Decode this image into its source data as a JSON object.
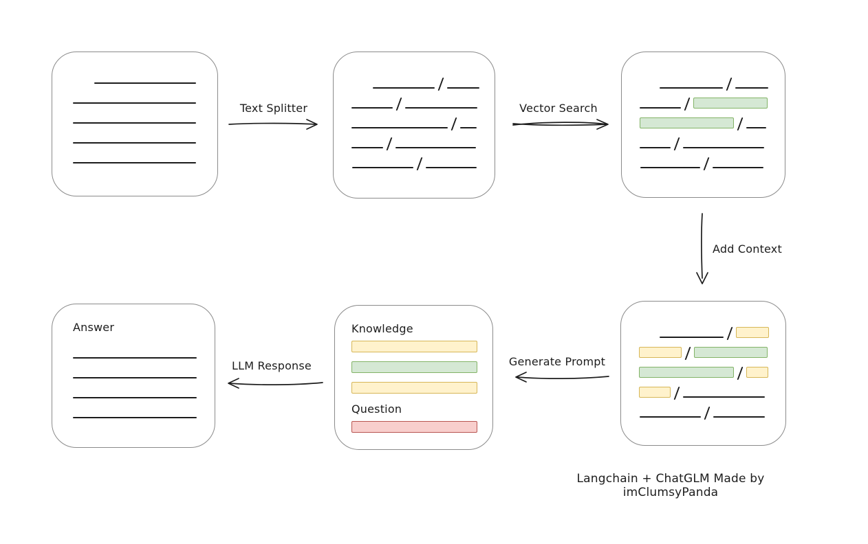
{
  "caption": "Langchain + ChatGLM Made by imClumsyPanda",
  "colors": {
    "ink": "#1c1c1c",
    "box_border": "#8a8a8a",
    "green_fill": "#d5e8d4",
    "green_stroke": "#82b366",
    "yellow_fill": "#fff2cc",
    "yellow_stroke": "#d6b656",
    "red_fill": "#f8cecc",
    "red_stroke": "#b85450"
  },
  "icons": {
    "arrow_right": "hand-drawn right arrow",
    "arrow_left": "hand-drawn left arrow",
    "arrow_down": "hand-drawn down arrow"
  },
  "arrows": [
    {
      "id": "text-splitter",
      "label": "Text Splitter",
      "direction": "right"
    },
    {
      "id": "vector-search",
      "label": "Vector Search",
      "direction": "right"
    },
    {
      "id": "add-context",
      "label": "Add Context",
      "direction": "down"
    },
    {
      "id": "generate-prompt",
      "label": "Generate Prompt",
      "direction": "left"
    },
    {
      "id": "llm-response",
      "label": "LLM Response",
      "direction": "left"
    }
  ],
  "boxes": {
    "source_document": {
      "rows": [
        {
          "indent": 31,
          "segments": [
            {
              "t": "line",
              "w": 148
            }
          ]
        },
        {
          "segments": [
            {
              "t": "line",
              "w": 179
            }
          ]
        },
        {
          "segments": [
            {
              "t": "line",
              "w": 179
            }
          ]
        },
        {
          "segments": [
            {
              "t": "line",
              "w": 179
            }
          ]
        },
        {
          "segments": [
            {
              "t": "line",
              "w": 179
            }
          ]
        }
      ]
    },
    "split_chunks": {
      "rows": [
        {
          "indent": 31,
          "segments": [
            {
              "t": "line",
              "w": 90
            },
            {
              "t": "line",
              "w": 47
            }
          ]
        },
        {
          "segments": [
            {
              "t": "line",
              "w": 60
            },
            {
              "t": "line",
              "w": 105
            }
          ]
        },
        {
          "segments": [
            {
              "t": "line",
              "w": 140
            },
            {
              "t": "line",
              "w": 24
            }
          ]
        },
        {
          "segments": [
            {
              "t": "line",
              "w": 46
            },
            {
              "t": "line",
              "w": 117
            }
          ]
        },
        {
          "indent": 1,
          "segments": [
            {
              "t": "line",
              "w": 89
            },
            {
              "t": "line",
              "w": 74
            }
          ]
        }
      ]
    },
    "matched_chunks": {
      "rows": [
        {
          "indent": 29,
          "segments": [
            {
              "t": "line",
              "w": 92
            },
            {
              "t": "line",
              "w": 48
            }
          ]
        },
        {
          "segments": [
            {
              "t": "line",
              "w": 60
            },
            {
              "t": "green",
              "w": 108
            }
          ]
        },
        {
          "segments": [
            {
              "t": "green",
              "w": 137
            },
            {
              "t": "line",
              "w": 29
            }
          ]
        },
        {
          "segments": [
            {
              "t": "line",
              "w": 45
            },
            {
              "t": "line",
              "w": 118
            }
          ]
        },
        {
          "indent": 1,
          "segments": [
            {
              "t": "line",
              "w": 87
            },
            {
              "t": "line",
              "w": 74
            }
          ]
        }
      ]
    },
    "context_chunks": {
      "rows": [
        {
          "indent": 30,
          "segments": [
            {
              "t": "line",
              "w": 93
            },
            {
              "t": "yellow",
              "w": 48
            }
          ]
        },
        {
          "segments": [
            {
              "t": "yellow",
              "w": 62
            },
            {
              "t": "green",
              "w": 107
            }
          ]
        },
        {
          "segments": [
            {
              "t": "green",
              "w": 138
            },
            {
              "t": "yellow",
              "w": 32
            }
          ]
        },
        {
          "segments": [
            {
              "t": "yellow",
              "w": 46
            },
            {
              "t": "line",
              "w": 119
            }
          ]
        },
        {
          "indent": 1,
          "segments": [
            {
              "t": "line",
              "w": 89
            },
            {
              "t": "line",
              "w": 75
            }
          ]
        }
      ]
    },
    "prompt": {
      "sections": [
        {
          "label": "Knowledge",
          "bars": [
            "yellow",
            "green",
            "yellow"
          ]
        },
        {
          "label": "Question",
          "bars": [
            "red"
          ]
        }
      ]
    },
    "answer": {
      "label": "Answer",
      "rows": [
        {
          "segments": [
            {
              "t": "line",
              "w": 180
            }
          ]
        },
        {
          "segments": [
            {
              "t": "line",
              "w": 180
            }
          ]
        },
        {
          "segments": [
            {
              "t": "line",
              "w": 180
            }
          ]
        },
        {
          "segments": [
            {
              "t": "line",
              "w": 180
            }
          ]
        }
      ]
    }
  }
}
